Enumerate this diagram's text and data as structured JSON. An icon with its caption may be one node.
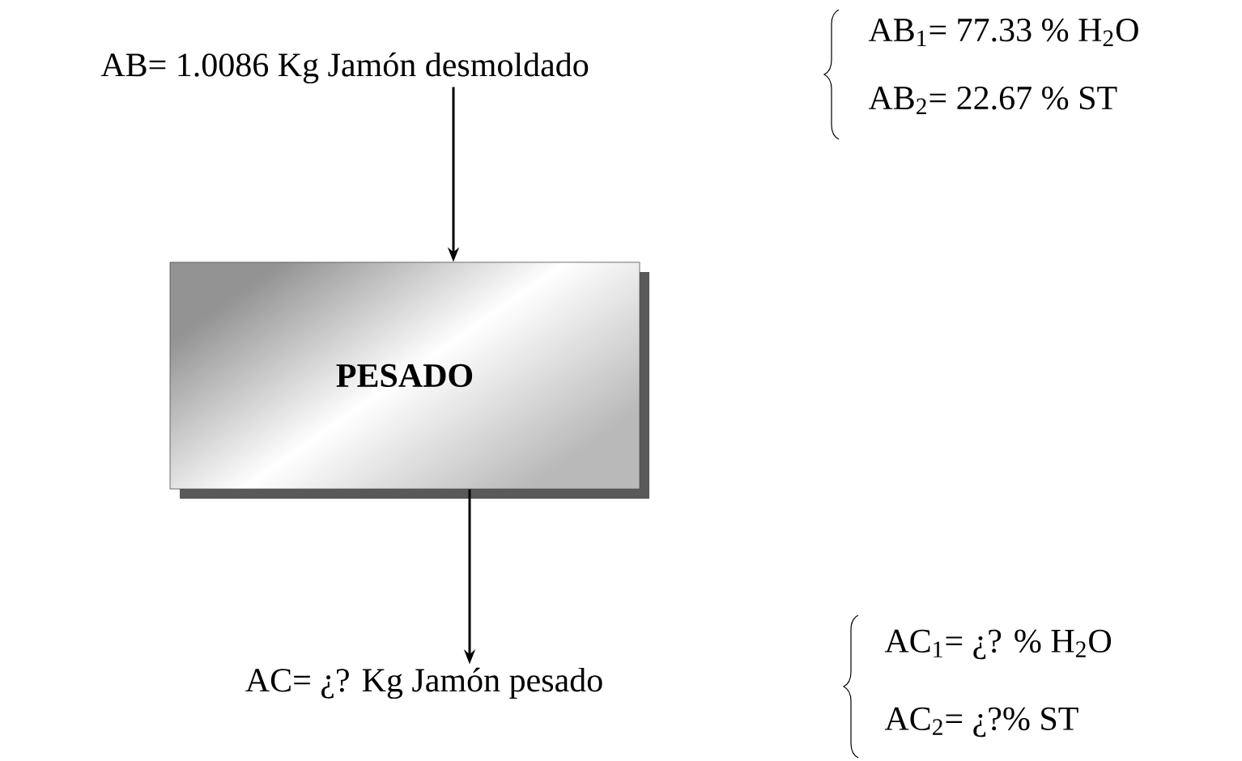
{
  "diagram": {
    "nodes": [
      {
        "text": [
          "AB= 1.0086 Kg Jamón desmoldado"
        ],
        "beside": [
          "AB$_{1}$= 77.33 % H$_{2}$O",
          "AB$_{2}$= 22.67 % ST"
        ]
      },
      {
        "text": [
          "PESADO"
        ]
      },
      {
        "text": [
          "AC= ¿? Kg Jamón  pesado"
        ],
        "beside": [
          "AC$_{1}$= ¿? % H$_{2}$O",
          "AC$_{2}$= ¿?% ST"
        ]
      }
    ],
    "edges": [
      {
        "from": 0,
        "to": 1,
        "arrow": "to"
      },
      {
        "from": 1,
        "to": 2,
        "arrow": "to"
      }
    ]
  }
}
